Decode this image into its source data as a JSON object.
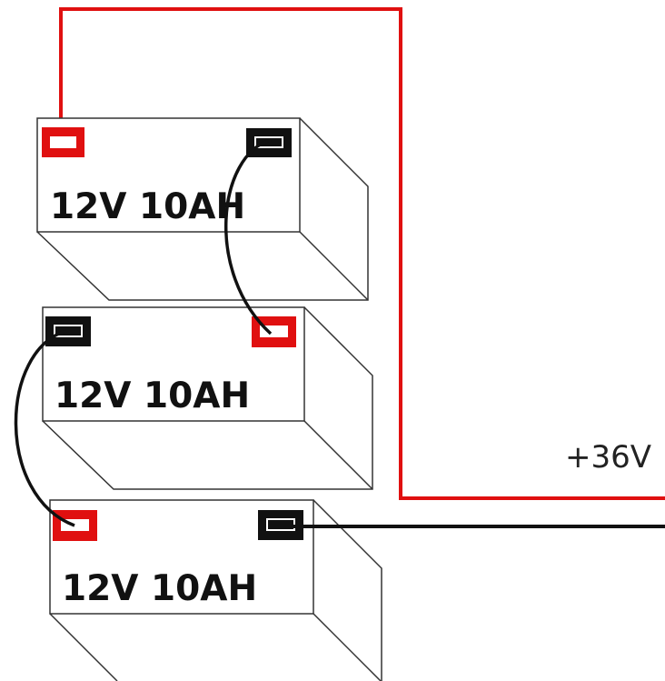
{
  "diagram": {
    "batteries": [
      {
        "label": "12V 10AH"
      },
      {
        "label": "12V 10AH"
      },
      {
        "label": "12V 10AH"
      }
    ],
    "output_label": "+36V",
    "colors": {
      "positive": "#e01010",
      "negative": "#111111",
      "outline": "#333333",
      "terminal_slot": "#ffffff"
    }
  }
}
